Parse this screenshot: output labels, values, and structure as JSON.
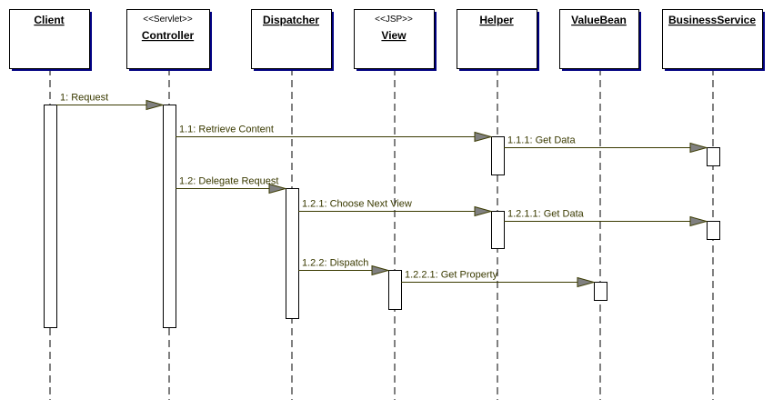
{
  "diagram": {
    "type": "sequence",
    "colors": {
      "box_border": "#000000",
      "box_shadow": "#000080",
      "lifeline": "#000000",
      "message_line": "#3a3a00",
      "arrowhead_fill": "#808080",
      "label_text": "#3a3a00"
    },
    "objects": [
      {
        "id": "client",
        "name": "Client",
        "stereotype": ""
      },
      {
        "id": "controller",
        "name": "Controller",
        "stereotype": "<<Servlet>>"
      },
      {
        "id": "dispatcher",
        "name": "Dispatcher",
        "stereotype": ""
      },
      {
        "id": "view",
        "name": "View",
        "stereotype": "<<JSP>>"
      },
      {
        "id": "helper",
        "name": "Helper",
        "stereotype": ""
      },
      {
        "id": "valuebean",
        "name": "ValueBean",
        "stereotype": ""
      },
      {
        "id": "businessservice",
        "name": "BusinessService",
        "stereotype": ""
      }
    ],
    "messages": [
      {
        "label": "1: Request",
        "from": "client",
        "to": "controller"
      },
      {
        "label": "1.1: Retrieve Content",
        "from": "controller",
        "to": "helper"
      },
      {
        "label": "1.1.1: Get Data",
        "from": "helper",
        "to": "businessservice"
      },
      {
        "label": "1.2: Delegate Request",
        "from": "controller",
        "to": "dispatcher"
      },
      {
        "label": "1.2.1: Choose Next View",
        "from": "dispatcher",
        "to": "helper"
      },
      {
        "label": "1.2.1.1: Get Data",
        "from": "helper",
        "to": "businessservice"
      },
      {
        "label": "1.2.2: Dispatch",
        "from": "dispatcher",
        "to": "view"
      },
      {
        "label": "1.2.2.1: Get Property",
        "from": "view",
        "to": "valuebean"
      }
    ]
  }
}
